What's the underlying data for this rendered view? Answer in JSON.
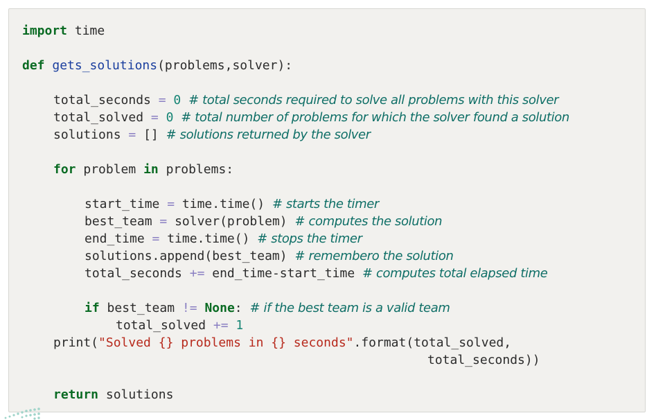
{
  "code": {
    "line1": {
      "kw": "import",
      "rest": " time"
    },
    "line2": {
      "kw": "def",
      "fn": "gets_solutions",
      "rest": "(problems,solver):"
    },
    "line3": {
      "var": "total_seconds",
      "op": " = ",
      "num": "0",
      "comment": "# total seconds required to solve all problems with this solver"
    },
    "line4": {
      "var": "total_solved",
      "op": " = ",
      "num": "0",
      "comment": "# total number of problems for which the solver found a solution"
    },
    "line5": {
      "var": "solutions",
      "op": " = ",
      "rest": "[]",
      "comment": "# solutions returned by the solver"
    },
    "line6": {
      "kw1": "for",
      "mid": " problem ",
      "kw2": "in",
      "rest": " problems:"
    },
    "line7": {
      "var": "start_time",
      "op": " = ",
      "rest": "time.time()",
      "comment": "# starts the timer"
    },
    "line8": {
      "var": "best_team",
      "op": " = ",
      "rest": "solver(problem)",
      "comment": "# computes the solution"
    },
    "line9": {
      "var": "end_time",
      "op": " = ",
      "rest": "time.time()",
      "comment": "# stops the timer"
    },
    "line10": {
      "rest": "solutions.append(best_team)",
      "comment": "# remembero the solution"
    },
    "line11": {
      "var": "total_seconds",
      "op": " += ",
      "rest": "end_time-start_time",
      "comment": "# computes total elapsed time"
    },
    "line12": {
      "kw1": "if",
      "mid": " best_team ",
      "op": "!=",
      "kw2": "None",
      "rest": ":",
      "comment": "# if the best team is a valid team"
    },
    "line13": {
      "var": "total_solved",
      "op": " += ",
      "num": "1"
    },
    "line14": {
      "pre": "print(",
      "str": "\"Solved {} problems in {} seconds\"",
      "rest": ".format(total_solved,"
    },
    "line15": {
      "rest": "total_seconds))"
    },
    "line16": {
      "kw": "return",
      "rest": " solutions"
    }
  }
}
